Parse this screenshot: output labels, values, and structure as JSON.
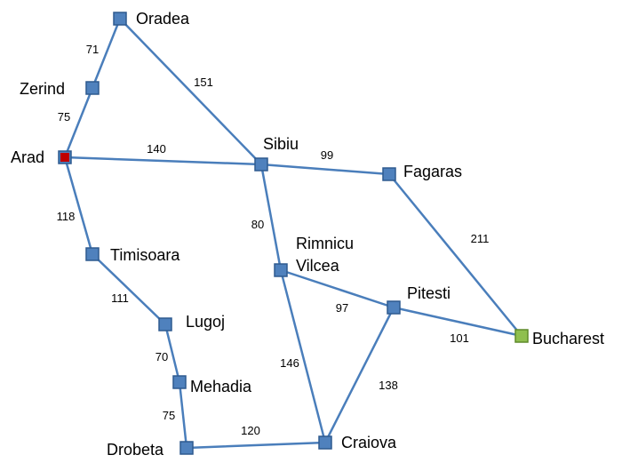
{
  "colors": {
    "road": "#4a7ebb",
    "node_fill": "#4f81bd",
    "node_stroke": "#2f5a8f",
    "start_inner": "#c00000",
    "goal_fill": "#8fbf4f",
    "goal_stroke": "#5f8a2a"
  },
  "cities": {
    "oradea": {
      "name": "Oradea"
    },
    "zerind": {
      "name": "Zerind"
    },
    "arad": {
      "name": "Arad",
      "role": "start"
    },
    "sibiu": {
      "name": "Sibiu"
    },
    "fagaras": {
      "name": "Fagaras"
    },
    "timisoara": {
      "name": "Timisoara"
    },
    "rimnicu": {
      "name": "Rimnicu",
      "name_line2": "Vilcea"
    },
    "lugoj": {
      "name": "Lugoj"
    },
    "pitesti": {
      "name": "Pitesti"
    },
    "bucharest": {
      "name": "Bucharest",
      "role": "goal"
    },
    "mehadia": {
      "name": "Mehadia"
    },
    "drobeta": {
      "name": "Drobeta"
    },
    "craiova": {
      "name": "Craiova"
    }
  },
  "roads": [
    {
      "from": "oradea",
      "to": "zerind",
      "distance": "71"
    },
    {
      "from": "oradea",
      "to": "sibiu",
      "distance": "151"
    },
    {
      "from": "zerind",
      "to": "arad",
      "distance": "75"
    },
    {
      "from": "arad",
      "to": "sibiu",
      "distance": "140"
    },
    {
      "from": "arad",
      "to": "timisoara",
      "distance": "118"
    },
    {
      "from": "sibiu",
      "to": "fagaras",
      "distance": "99"
    },
    {
      "from": "sibiu",
      "to": "rimnicu",
      "distance": "80"
    },
    {
      "from": "fagaras",
      "to": "bucharest",
      "distance": "211"
    },
    {
      "from": "timisoara",
      "to": "lugoj",
      "distance": "111"
    },
    {
      "from": "rimnicu",
      "to": "pitesti",
      "distance": "97"
    },
    {
      "from": "rimnicu",
      "to": "craiova",
      "distance": "146"
    },
    {
      "from": "lugoj",
      "to": "mehadia",
      "distance": "70"
    },
    {
      "from": "pitesti",
      "to": "bucharest",
      "distance": "101"
    },
    {
      "from": "pitesti",
      "to": "craiova",
      "distance": "138"
    },
    {
      "from": "mehadia",
      "to": "drobeta",
      "distance": "75"
    },
    {
      "from": "drobeta",
      "to": "craiova",
      "distance": "120"
    }
  ]
}
